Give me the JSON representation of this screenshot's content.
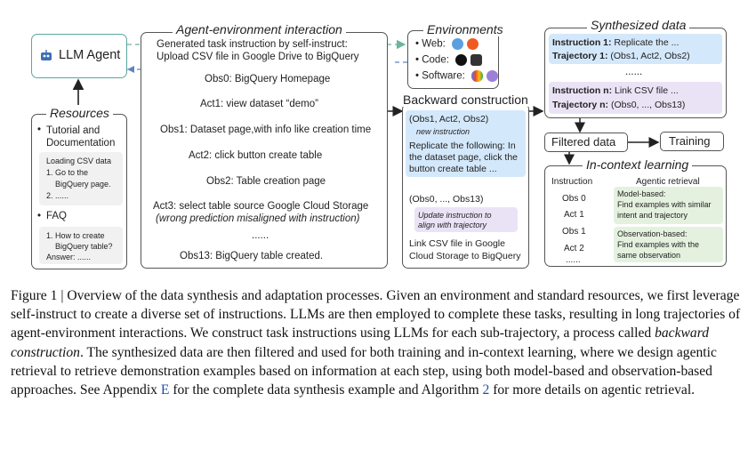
{
  "llm_agent": {
    "label": "LLM Agent"
  },
  "resources": {
    "title": "Resources",
    "tutorial": "Tutorial and\nDocumentation",
    "tutorial_sub": [
      "Loading CSV data",
      "1. Go to the",
      "    BigQuery page.",
      "2. ......"
    ],
    "faq": "FAQ",
    "faq_sub": [
      "1. How to create",
      "    BigQuery table?",
      "Answer: ......"
    ]
  },
  "interaction": {
    "title": "Agent-environment interaction",
    "lines": [
      "Generated task instruction by self-instruct:",
      "Upload CSV file in Google Drive to BigQuery",
      "Obs0: BigQuery Homepage",
      "Act1: view dataset “demo”",
      "Obs1: Dataset page,with info like creation time",
      "Act2: click button create table",
      "Obs2: Table creation page",
      "Act3: select table source Google Cloud Storage",
      "(wrong prediction misaligned with instruction)",
      "......",
      "Obs13: BigQuery table created."
    ]
  },
  "environments": {
    "title": "Environments",
    "items": [
      "Web:",
      "Code:",
      "Software:"
    ]
  },
  "backward": {
    "title": "Backward construction",
    "box1": [
      "(Obs1, Act2, Obs2)",
      "new instruction",
      "Replicate the following: In",
      "the dataset page, click the",
      "button create table ..."
    ],
    "box2": [
      "(Obs0, ..., Obs13)",
      "Update  instruction to",
      "align with trajectory",
      "Link CSV file in Google",
      "Cloud Storage to BigQuery"
    ]
  },
  "synth": {
    "title": "Synthesized data",
    "ins1_label": "Instruction 1:",
    "ins1": " Replicate the ...",
    "traj1_label": "Trajectory 1:",
    "traj1": " (Obs1, Act2, Obs2)",
    "dots": "......",
    "insn_label": "Instruction n:",
    "insn": " Link CSV file ...",
    "trajn_label": "Trajectory n:",
    "trajn": " (Obs0, ..., Obs13)"
  },
  "filtered": {
    "label": "Filtered data"
  },
  "training": {
    "label": "Training"
  },
  "icl": {
    "title": "In-context learning",
    "instruction": "Instruction",
    "seq": [
      "Obs 0",
      "Act 1",
      "Obs 1",
      "Act 2",
      "......"
    ],
    "agentic": "Agentic retrieval",
    "model_based": [
      "Model-based:",
      "Find examples with similar",
      "intent and trajectory"
    ],
    "obs_based": [
      "Observation-based:",
      "Find examples with the",
      "same observation"
    ]
  },
  "caption": {
    "fig": "Figure 1",
    "p1": " | Overview of the data synthesis and adaptation processes.  Given an environment and standard resources, we first leverage self-instruct to create a diverse set of instructions. LLMs are then employed to complete these tasks, resulting in long trajectories of agent-environment interactions. We construct task instructions using LLMs for each sub-trajectory, a process called ",
    "em": "backward construction",
    "p2": ". The synthesized data are then filtered and used for both training and in-context learning, where we design agentic retrieval to retrieve demonstration examples based on information at each step, using both model-based and observation-based approaches. See Appendix ",
    "link1": "E",
    "p3": " for the complete data synthesis example and Algorithm ",
    "link2": "2",
    "p4": " for more details on agentic retrieval."
  },
  "colors": {
    "blue_fill": "#d4e8fb",
    "purple_fill": "#eae3f6",
    "green_fill": "#e4f1df",
    "dash_green": "#6bb59a",
    "dash_blue": "#5a86c4"
  }
}
